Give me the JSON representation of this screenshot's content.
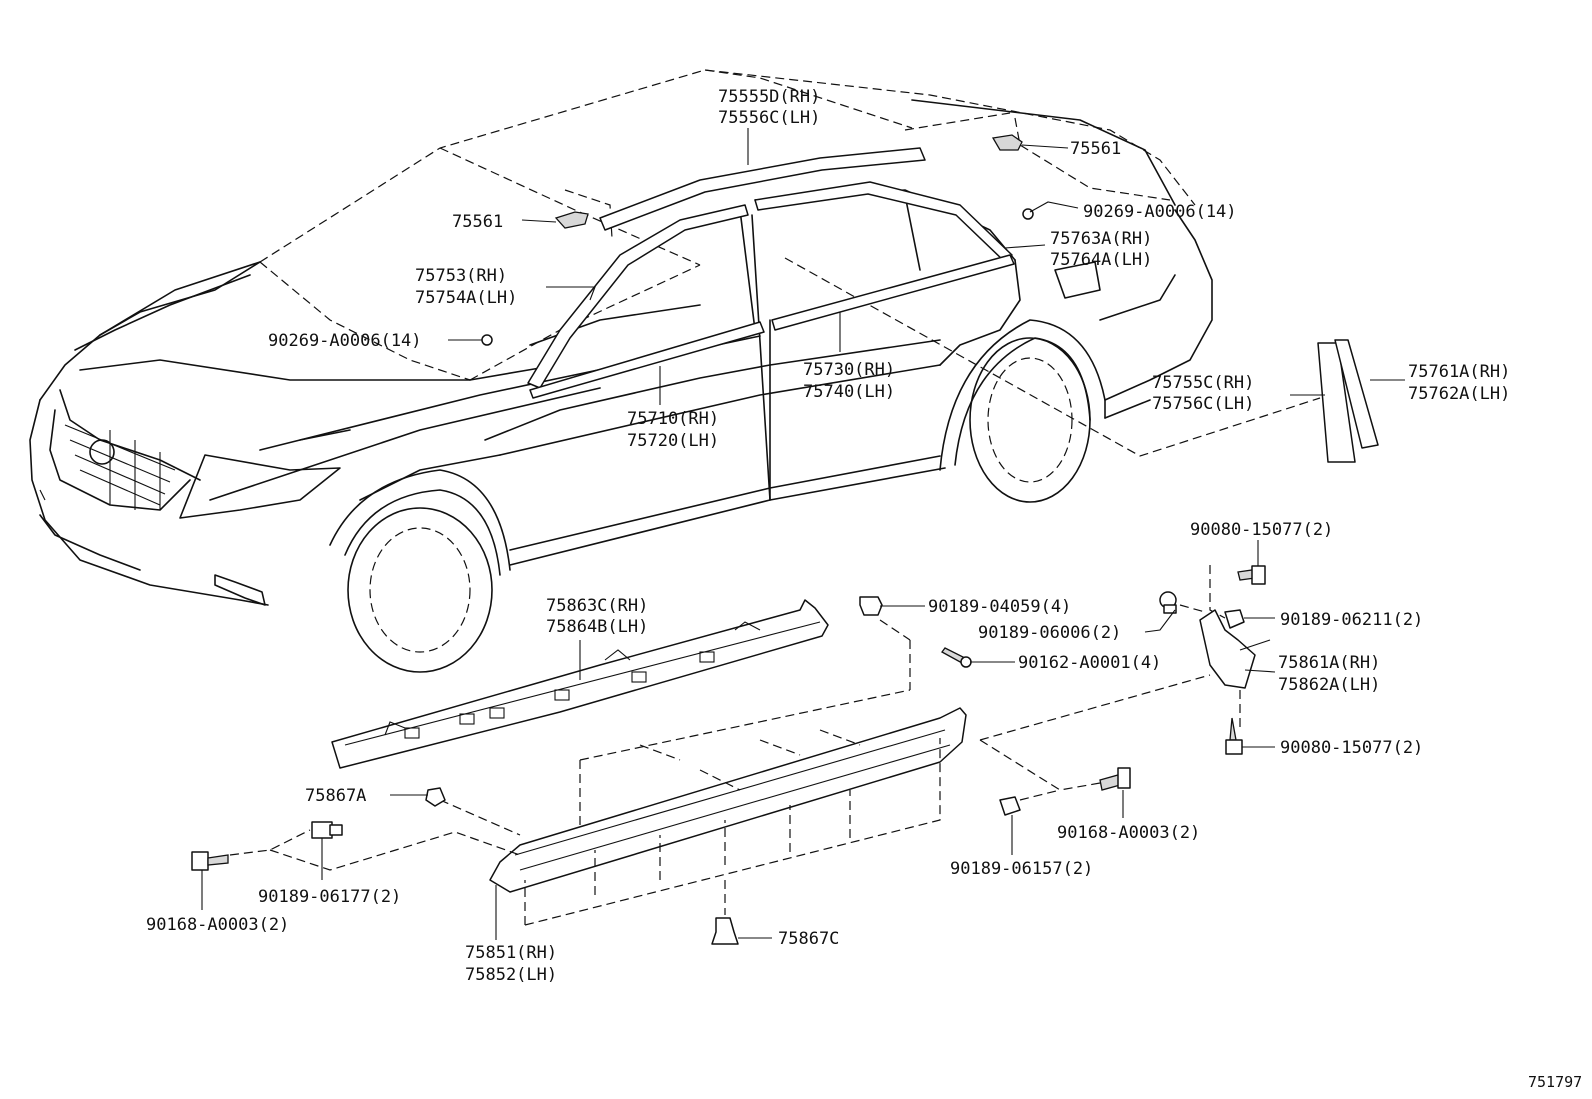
{
  "labels": {
    "p75555d": "75555D(RH)",
    "p75556c": "75556C(LH)",
    "p75561_rear": "75561",
    "p75561_front": "75561",
    "p90269_rear": "90269-A0006(14)",
    "p90269_front": "90269-A0006(14)",
    "p75763a": "75763A(RH)",
    "p75764a": "75764A(LH)",
    "p75753": "75753(RH)",
    "p75754a": "75754A(LH)",
    "p75730": "75730(RH)",
    "p75740": "75740(LH)",
    "p75710": "75710(RH)",
    "p75720": "75720(LH)",
    "p75755c": "75755C(RH)",
    "p75756c": "75756C(LH)",
    "p75761a": "75761A(RH)",
    "p75762a": "75762A(LH)",
    "p90080_top": "90080-15077(2)",
    "p90189_04059": "90189-04059(4)",
    "p90189_06006": "90189-06006(2)",
    "p90189_06211": "90189-06211(2)",
    "p90162": "90162-A0001(4)",
    "p75861a": "75861A(RH)",
    "p75862a": "75862A(LH)",
    "p90080_bottom": "90080-15077(2)",
    "p75863c": "75863C(RH)",
    "p75864b": "75864B(LH)",
    "p75867a": "75867A",
    "p90168_right": "90168-A0003(2)",
    "p90189_06157": "90189-06157(2)",
    "p90189_06177": "90189-06177(2)",
    "p90168_left": "90168-A0003(2)",
    "p75851": "75851(RH)",
    "p75852": "75852(LH)",
    "p75867c": "75867C",
    "ref_number": "751797"
  }
}
